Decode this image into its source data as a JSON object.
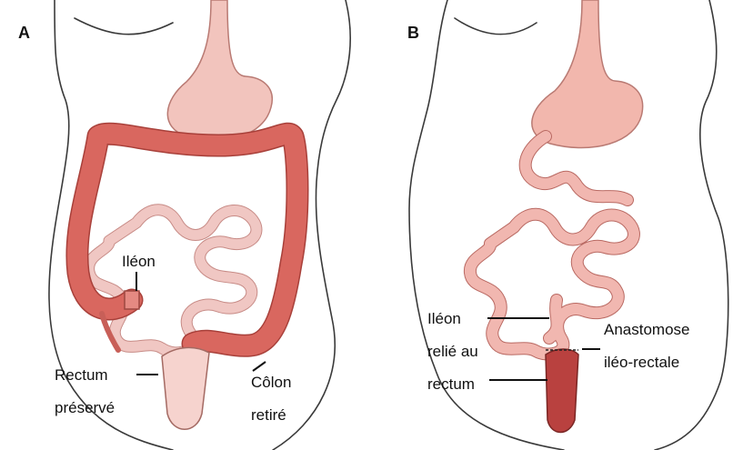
{
  "panels": {
    "a": {
      "letter": "A",
      "labels": {
        "ileon": "Iléon",
        "rectum_1": "Rectum",
        "rectum_2": "préservé",
        "colon_1": "Côlon",
        "colon_2": "retiré"
      }
    },
    "b": {
      "letter": "B",
      "labels": {
        "ileon_1": "Iléon",
        "ileon_2": "relié au",
        "ileon_3": "rectum",
        "anast_1": "Anastomose",
        "anast_2": "iléo-rectale"
      }
    }
  },
  "colors": {
    "colon": "#d9675f",
    "small_intestine": "#f0c7c3",
    "stomach": "#f2b7ad",
    "rectum_b": "#b9413f"
  }
}
